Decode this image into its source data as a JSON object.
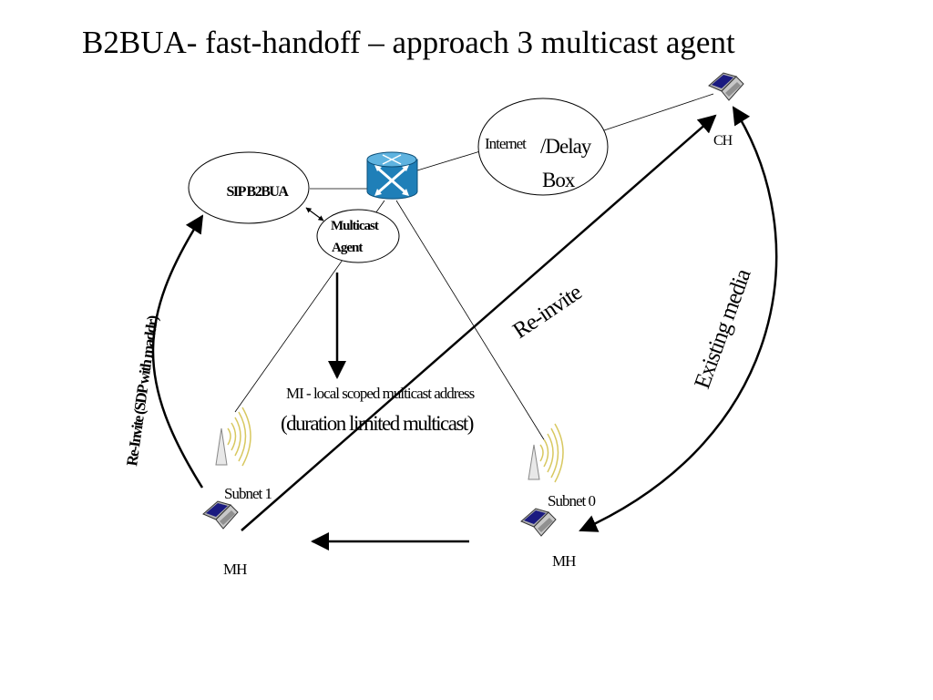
{
  "title": "B2BUA- fast-handoff – approach 3 multicast agent",
  "nodes": {
    "sip_b2bua": "SIP B2BUA",
    "multicast_agent_line1": "Multicast",
    "multicast_agent_line2": "Agent",
    "internet": "Internet",
    "delay": "/Delay",
    "box": "Box",
    "ch": "CH",
    "mh_left": "MH",
    "mh_right": "MH",
    "subnet1": "Subnet 1",
    "subnet0": "Subnet 0"
  },
  "labels": {
    "multicast_address": "MI - local  scoped  multicast address",
    "duration": "(duration limited multicast)",
    "reinvite_sdp": "Re-Invite (SDP with maddr)",
    "reinvite": "Re-invite",
    "existing_media": "Existing media"
  },
  "colors": {
    "router_body": "#1f7fb8",
    "router_top": "#5fb3e0",
    "antenna_waves": "#d8c860"
  }
}
